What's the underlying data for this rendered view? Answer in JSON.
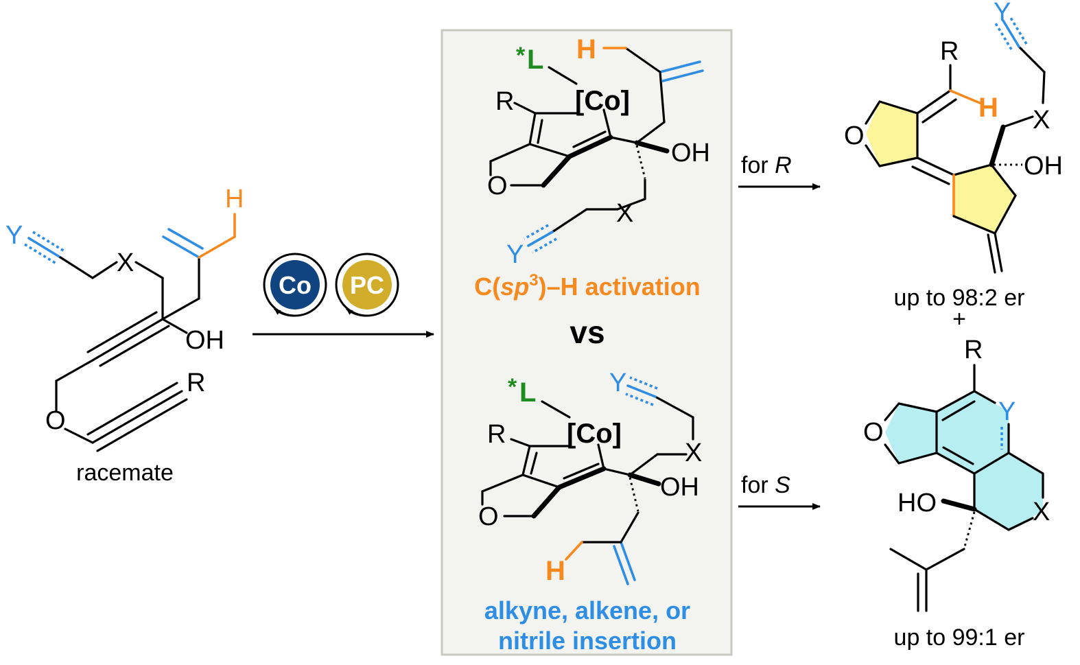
{
  "colors": {
    "orange": "#f7891e",
    "blue": "#2e8de4",
    "green": "#1e8c1e",
    "co_circle": "#0f4480",
    "pc_circle": "#d2ad2c",
    "panel_bg": "#f3f3ef",
    "yellow_ring": "#fdf59a",
    "cyan_ring": "#b6eef2"
  },
  "left": {
    "caption": "racemate",
    "atoms": {
      "Y": "Y",
      "X": "X",
      "H": "H",
      "OH": "OH",
      "O": "O",
      "R": "R"
    }
  },
  "catalysts": {
    "co": "Co",
    "pc": "PC"
  },
  "middle": {
    "top": {
      "ligand_star": "*",
      "ligand": "L",
      "metal": "[Co]",
      "R": "R",
      "OH": "OH",
      "O": "O",
      "X": "X",
      "Y": "Y",
      "H": "H"
    },
    "activation_label": {
      "prefix": "C(",
      "sp": "sp",
      "sup": "3",
      "suffix": ")–H activation"
    },
    "vs": "vs",
    "bottom": {
      "ligand_star": "*",
      "ligand": "L",
      "metal": "[Co]",
      "R": "R",
      "OH": "OH",
      "O": "O",
      "X": "X",
      "Y": "Y",
      "H": "H"
    },
    "insertion_label_line1": "alkyne, alkene, or",
    "insertion_label_line2": "nitrile insertion"
  },
  "arrows": {
    "for_R_prefix": "for ",
    "for_R_italic": "R",
    "for_S_prefix": "for ",
    "for_S_italic": "S"
  },
  "right": {
    "top": {
      "Y": "Y",
      "R": "R",
      "H": "H",
      "X": "X",
      "O": "O",
      "OH": "OH",
      "er": "up to 98:2 er"
    },
    "plus": "+",
    "bottom": {
      "R": "R",
      "Y": "Y",
      "O": "O",
      "HO": "HO",
      "X": "X",
      "er": "up to 99:1 er"
    }
  }
}
